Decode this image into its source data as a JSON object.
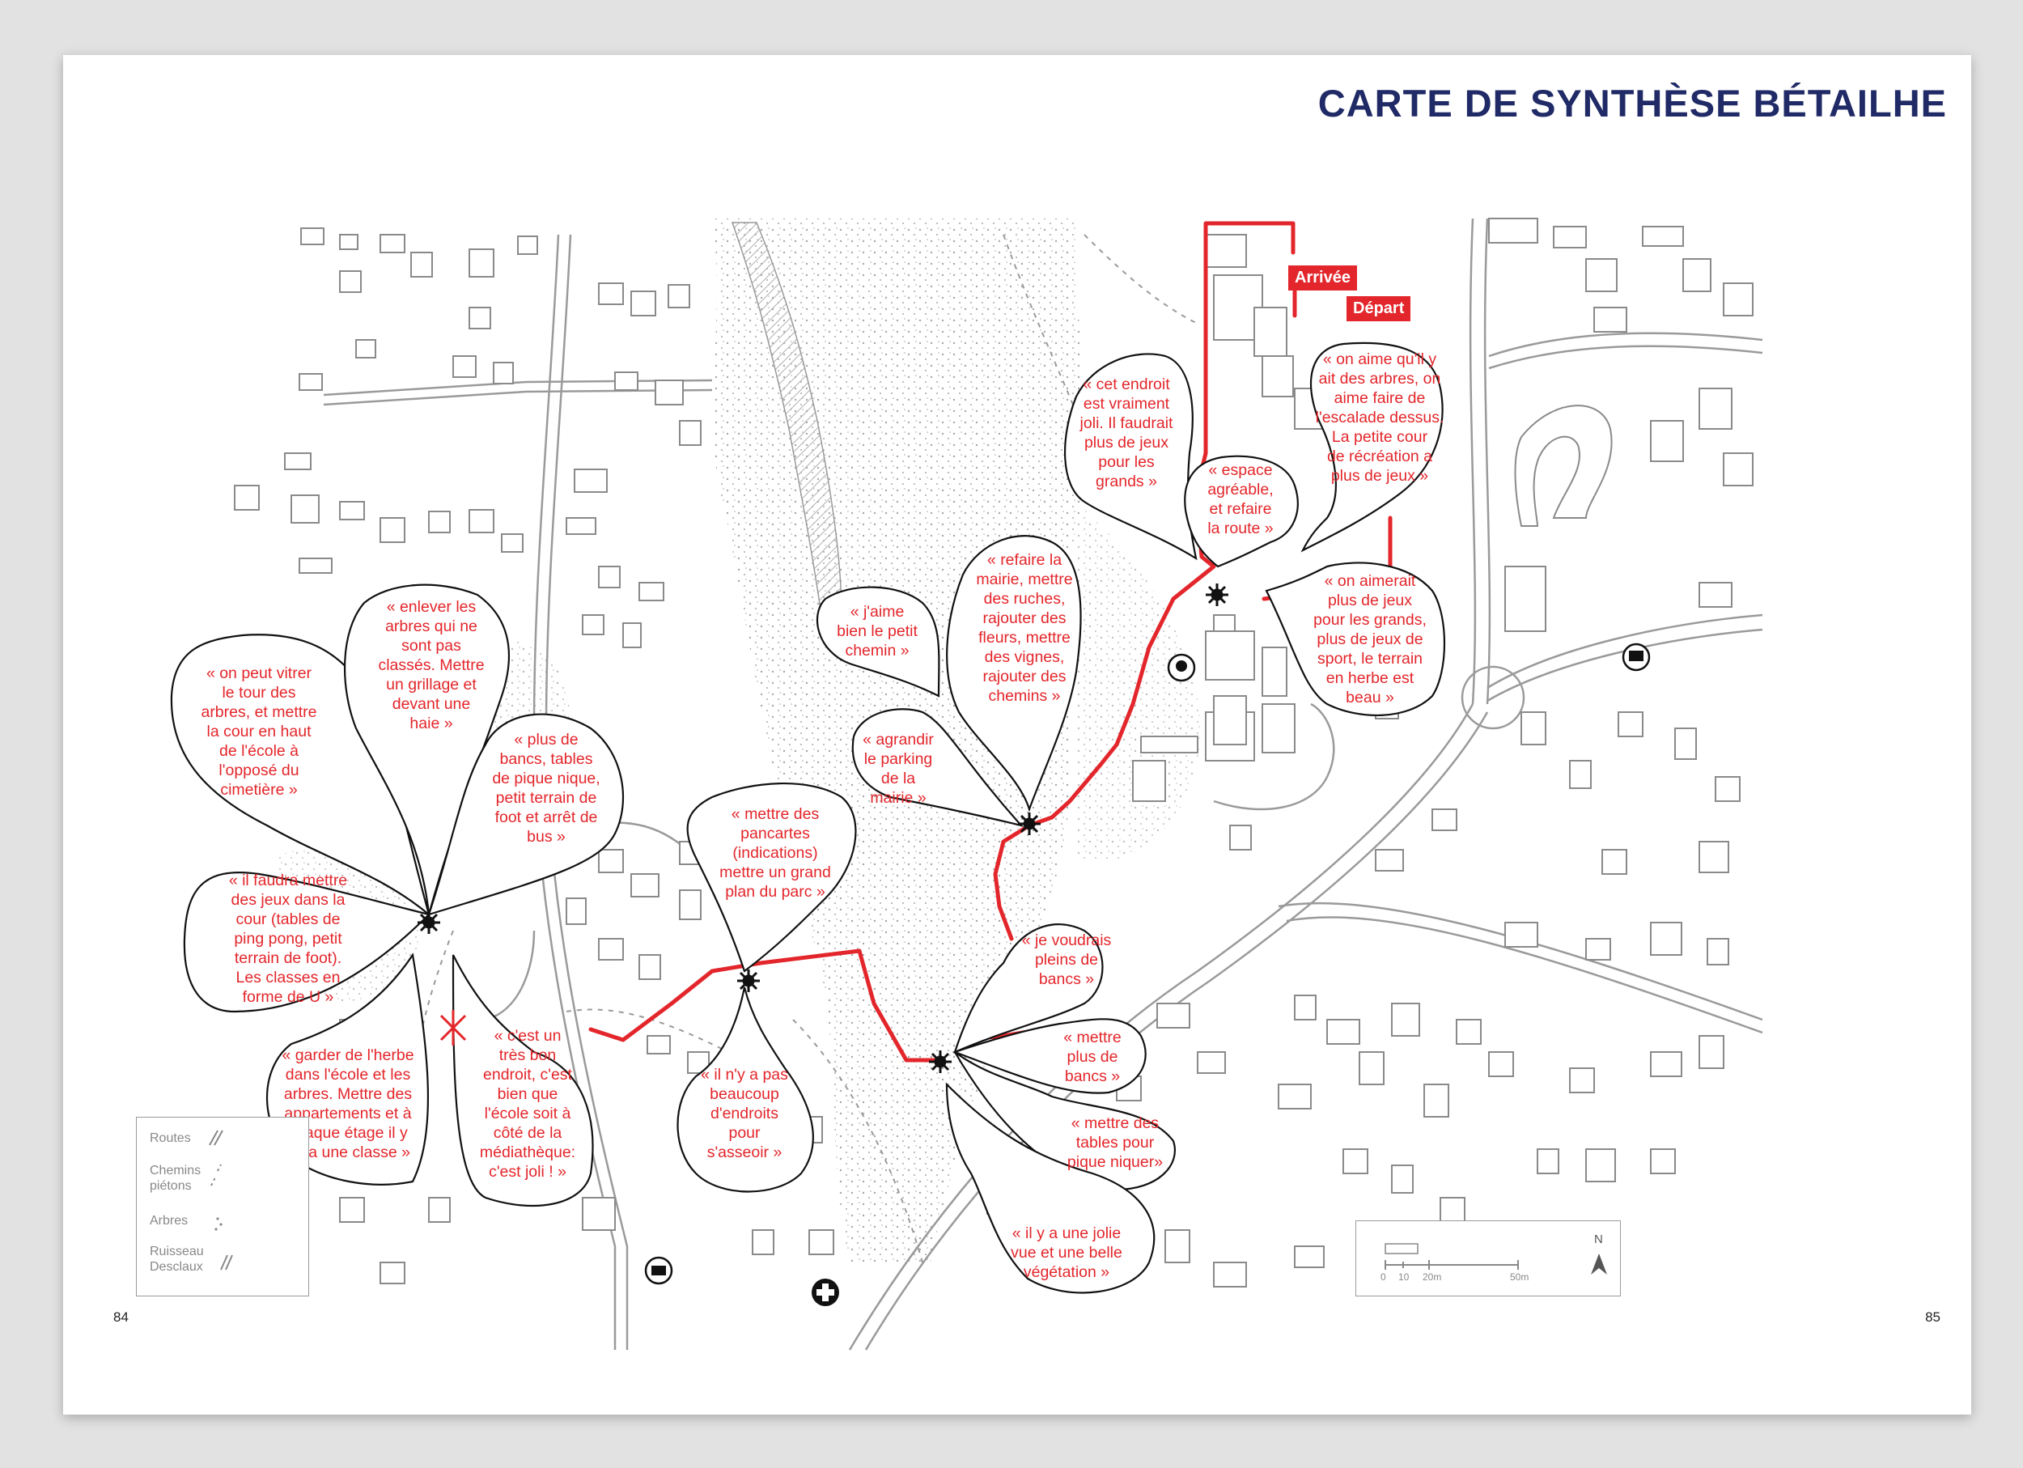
{
  "title": "CARTE DE SYNTHÈSE BÉTAILHE",
  "page_left": "84",
  "page_right": "85",
  "markers": {
    "arrival": "Arrivée",
    "departure": "Départ"
  },
  "comments": {
    "c1": "« on peut vitrer\nle tour des\narbres, et mettre\nla cour en haut\nde l'école à\nl'opposé du\ncimetière »",
    "c2": "« enlever les\narbres qui ne\nsont pas\nclassés. Mettre\nun grillage et\ndevant une\nhaie »",
    "c3": "« plus de\nbancs, tables\nde pique nique,\npetit terrain de\nfoot et arrêt de\nbus »",
    "c4": "« il faudra mettre\ndes jeux dans la\ncour (tables de\nping pong, petit\nterrain de foot).\nLes classes en\nforme de U »",
    "c5": "« garder de l'herbe\ndans l'école et les\narbres. Mettre des\nappartements et à\nchaque étage il y\naura une classe »",
    "c6": "« c'est un\ntrès bon\nendroit, c'est\nbien que\nl'école soit à\ncôté de la\nmédiathèque:\nc'est joli ! »",
    "c7": "« mettre des\npancartes\n(indications)\nmettre un grand\nplan du parc »",
    "c8": "« il n'y a pas\nbeaucoup\nd'endroits\npour\ns'asseoir »",
    "c9": "« j'aime\nbien le petit\nchemin »",
    "c10": "« refaire la\nmairie, mettre\ndes ruches,\nrajouter des\nfleurs, mettre\ndes vignes,\nrajouter des\nchemins »",
    "c11": "« agrandir\nle parking\nde la\nmairie »",
    "c12": "« je voudrais\npleins de\nbancs »",
    "c13": "« mettre\nplus de\nbancs »",
    "c14": "« mettre des\ntables pour\npique niquer»",
    "c15": "« il y a une jolie\nvue et une belle\nvégétation »",
    "c16": "« cet endroit\nest vraiment\njoli. Il faudrait\nplus de jeux\npour les\ngrands »",
    "c17": "« espace\nagréable,\net refaire\nla route »",
    "c18": "« on aime qu'il y\nait des arbres, on\naime faire de\nl'escalade dessus.\nLa petite cour\nde récréation a\nplus de jeux »",
    "c19": "« on aimerait\nplus de jeux\npour les grands,\nplus de jeux de\nsport, le terrain\nen herbe est\nbeau »"
  },
  "legend": {
    "roads": "Routes",
    "paths": "Chemins\npiétons",
    "trees": "Arbres",
    "stream": "Ruisseau\nDesclaux"
  },
  "scale": {
    "ticks": [
      "0",
      "10",
      "20m",
      "50m"
    ],
    "north": "N"
  },
  "colors": {
    "route": "#e3262b",
    "title": "#1f2a66",
    "map_lines": "#9a9a9a"
  },
  "icons": [
    "bus-stop-icon",
    "library-book-icon",
    "pharmacy-cross-icon",
    "bus-icon",
    "star-stop-icon",
    "cross-mark-icon"
  ]
}
